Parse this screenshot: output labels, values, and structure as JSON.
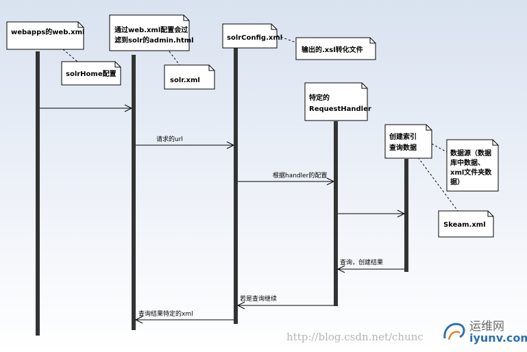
{
  "notes": {
    "webapps": [
      "webapps的web.xml"
    ],
    "webxml": [
      "通过web.xml配置会过",
      "滤到solr的admin.html"
    ],
    "solrconfig": [
      "solrConfig.xml"
    ],
    "xsl": [
      "输出的.xsl转化文件"
    ],
    "solrhome": [
      "solrHome配置"
    ],
    "solrxml": [
      "solr.xml"
    ],
    "handler": [
      "特定的",
      "RequestHandler"
    ],
    "index": [
      "创建索引",
      "查询数据"
    ],
    "datasource": [
      "数据源（数据",
      "库中数据、",
      "xml文件夹数",
      "据）"
    ],
    "skeam": [
      "Skeam.xml"
    ]
  },
  "messages": {
    "m2": "请求的url",
    "m3": "根据handler的配置",
    "m5": "查询，创建结果",
    "m6": "若是查询继续",
    "m7": "查询结果特定的xml"
  },
  "watermark": {
    "url": "http://blog.csdn.net/chunc",
    "logo_cn": "运维网",
    "logo_en": "iyunv.com"
  },
  "colors": {
    "lifeline": "#333333",
    "note_fill": "#ffffff",
    "line": "#000000"
  }
}
